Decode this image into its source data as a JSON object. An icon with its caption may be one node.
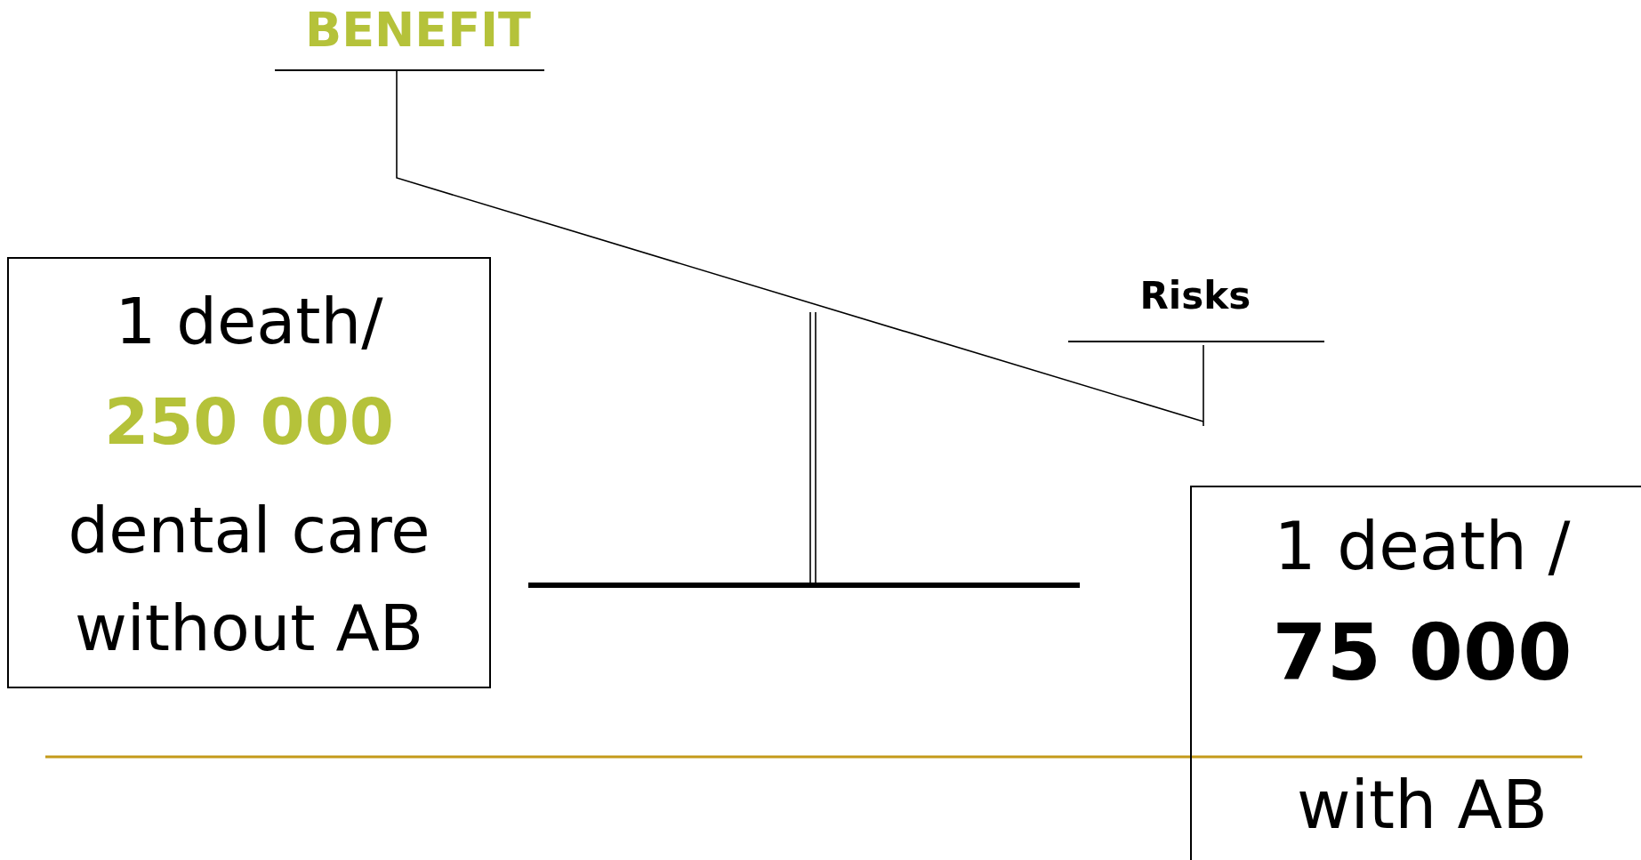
{
  "diagram": {
    "nodes": [
      {
        "text": [
          "1 death/",
          "250 000",
          "dental care without AB"
        ]
      },
      {
        "text": [
          "1 death /",
          "75 000",
          "with AB"
        ]
      }
    ],
    "labels": [
      "BENEFIT",
      "Risks"
    ]
  }
}
